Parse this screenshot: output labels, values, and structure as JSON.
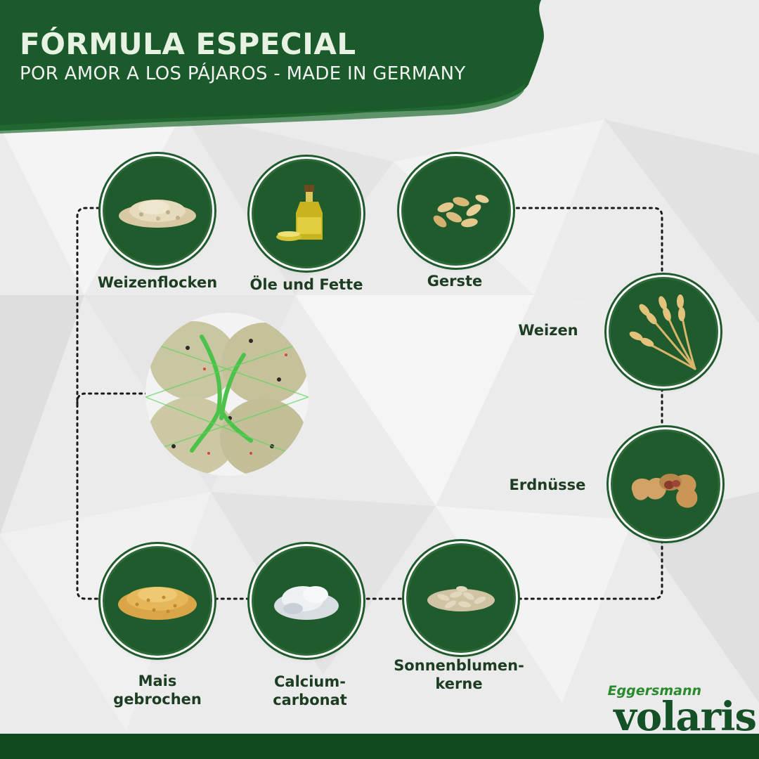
{
  "banner": {
    "title": "FÓRMULA ESPECIAL",
    "subtitle": "POR AMOR A LOS PÁJAROS - MADE IN GERMANY"
  },
  "ingredients": [
    {
      "name": "Weizenflocken",
      "icon": "oat-flakes-icon"
    },
    {
      "name": "Öle und Fette",
      "icon": "oil-bottle-icon"
    },
    {
      "name": "Gerste",
      "icon": "barley-grains-icon"
    },
    {
      "name": "Weizen",
      "icon": "wheat-ears-icon"
    },
    {
      "name": "Erdnüsse",
      "icon": "peanuts-icon"
    },
    {
      "name": "Sonnenblumen-\nkerne",
      "icon": "sunflower-seeds-icon"
    },
    {
      "name": "Calcium-\ncarbonat",
      "icon": "calcium-powder-icon"
    },
    {
      "name": "Mais\ngebrochen",
      "icon": "crushed-corn-icon"
    }
  ],
  "product_image": "suet-balls-in-green-net",
  "brand": {
    "small": "Eggersmann",
    "big": "volaris"
  },
  "colors": {
    "dark_green": "#1f5b2c",
    "banner_green": "#1b5a2a",
    "label_text": "#1c3d22",
    "brand_green": "#145127"
  }
}
